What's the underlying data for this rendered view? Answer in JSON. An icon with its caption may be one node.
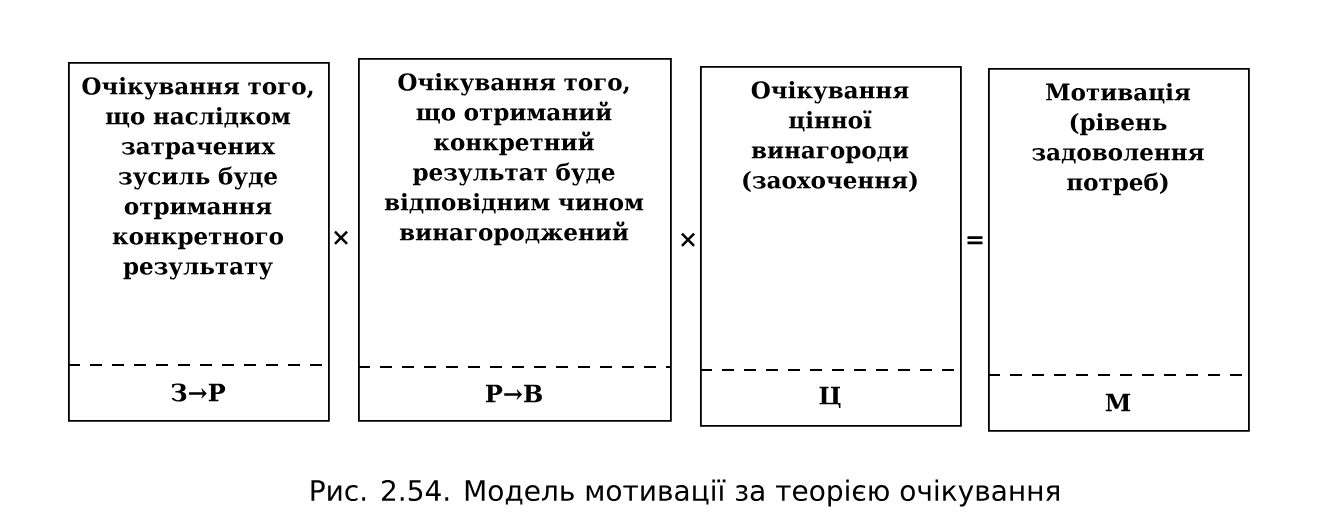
{
  "diagram": {
    "caption": "Рис. 2.54. Модель мотивації за теорією очікування",
    "nodes": [
      {
        "text": [
          "Очікування того, що наслідком затрачених зусиль буде отримання конкретного результату",
          "З→Р"
        ]
      },
      {
        "text": [
          "Очікування того, що отриманий конкретний результат буде відповідним чином винагороджений",
          "Р→В"
        ]
      },
      {
        "text": [
          "Очікування цінної винагороди (заохочення)",
          "Ц"
        ]
      },
      {
        "text": [
          "Мотивація (рівень задоволення потреб)",
          "М"
        ]
      }
    ],
    "labels": [
      "×",
      "×",
      "="
    ]
  }
}
